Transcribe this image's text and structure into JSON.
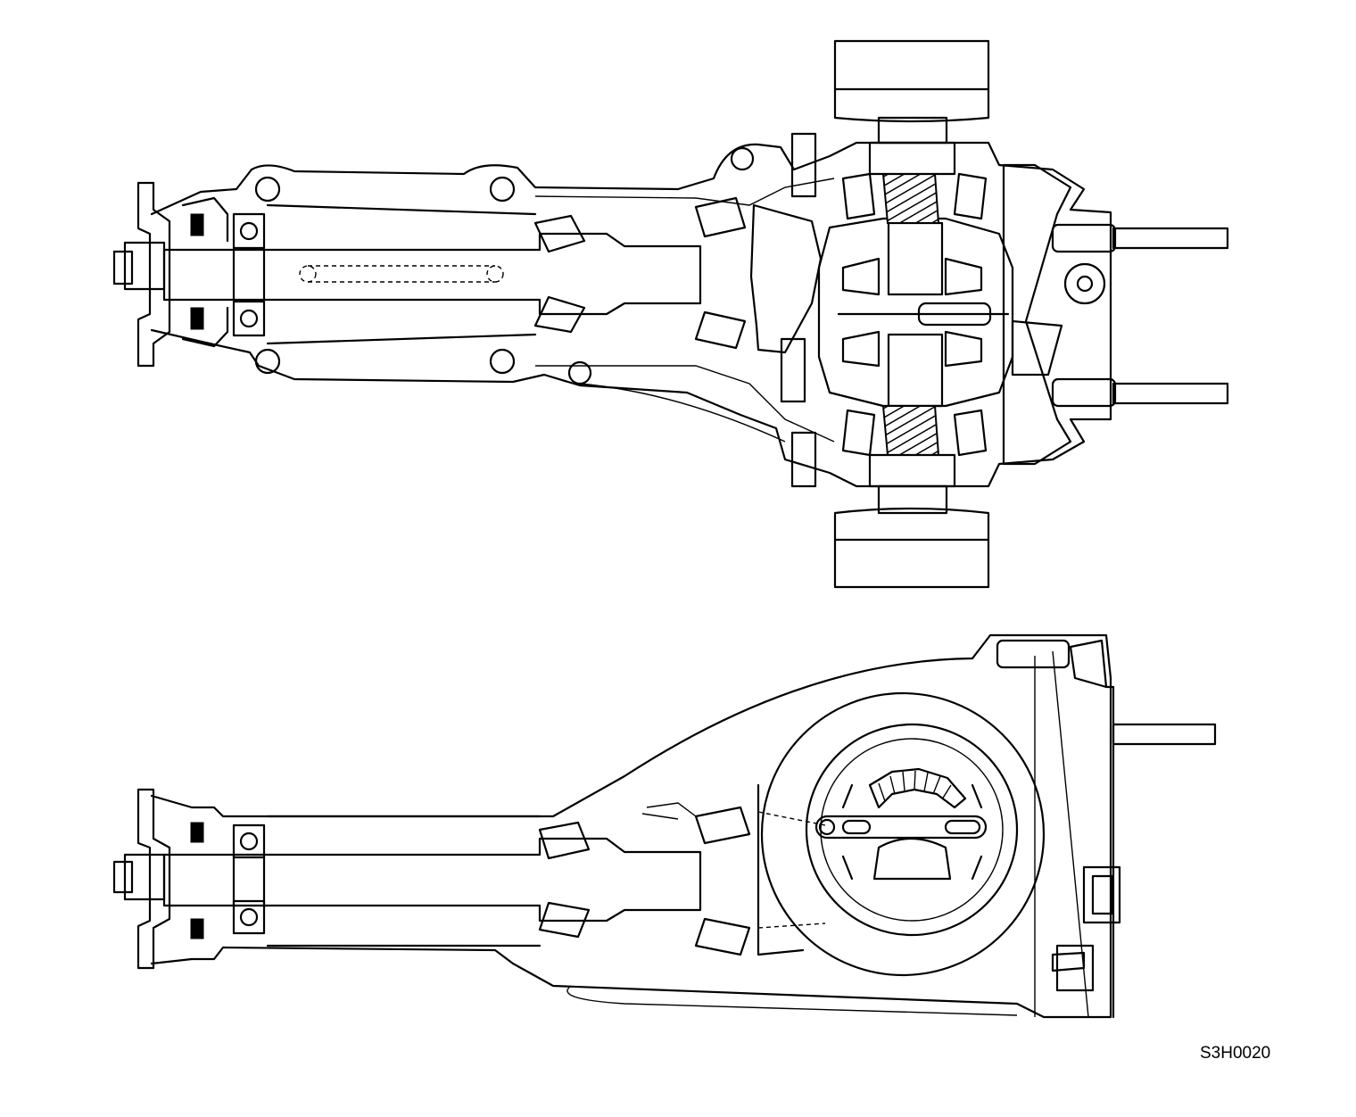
{
  "figure_code": "S3H0020",
  "views": {
    "top": "differential-assembly-sectional-plan-view",
    "bottom": "differential-assembly-sectional-side-view"
  }
}
